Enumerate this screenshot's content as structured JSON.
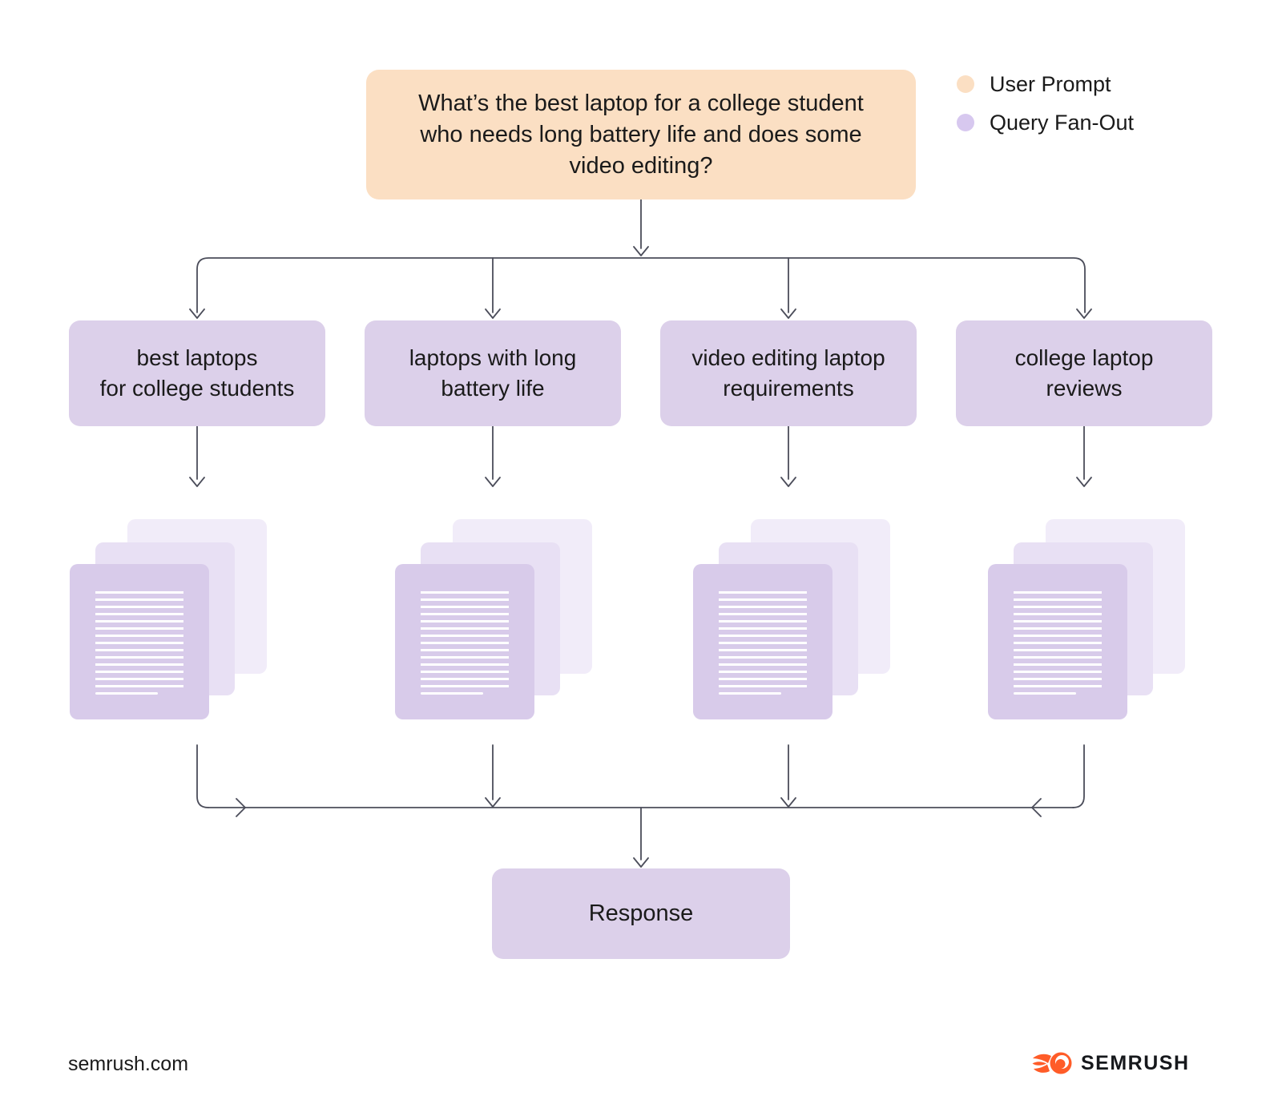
{
  "prompt": {
    "lines": [
      "What’s the best laptop for a college student",
      "who needs long battery life and does some",
      "video editing?"
    ]
  },
  "legend": {
    "items": [
      {
        "label": "User Prompt",
        "swatch": "peach"
      },
      {
        "label": "Query Fan-Out",
        "swatch": "purple"
      }
    ]
  },
  "queries": [
    {
      "lines": [
        "best laptops",
        "for college students"
      ]
    },
    {
      "lines": [
        "laptops with long",
        "battery life"
      ]
    },
    {
      "lines": [
        "video editing laptop",
        "requirements"
      ]
    },
    {
      "lines": [
        "college laptop",
        "reviews"
      ]
    }
  ],
  "response": {
    "label": "Response"
  },
  "footer": {
    "site": "semrush.com",
    "brand": "SEMRUSH"
  },
  "colors": {
    "user-prompt": "#FBDFC3",
    "query-fanout": "#DCD0EA",
    "legend-purple": "#D7C8EF",
    "doc-front": "#D8CBEA",
    "doc-mid": "#E8E0F4",
    "doc-back": "#F1ECF9",
    "line": "#4B4D5A",
    "text": "#1A1A1A",
    "brand-orange": "#FF5C28"
  }
}
